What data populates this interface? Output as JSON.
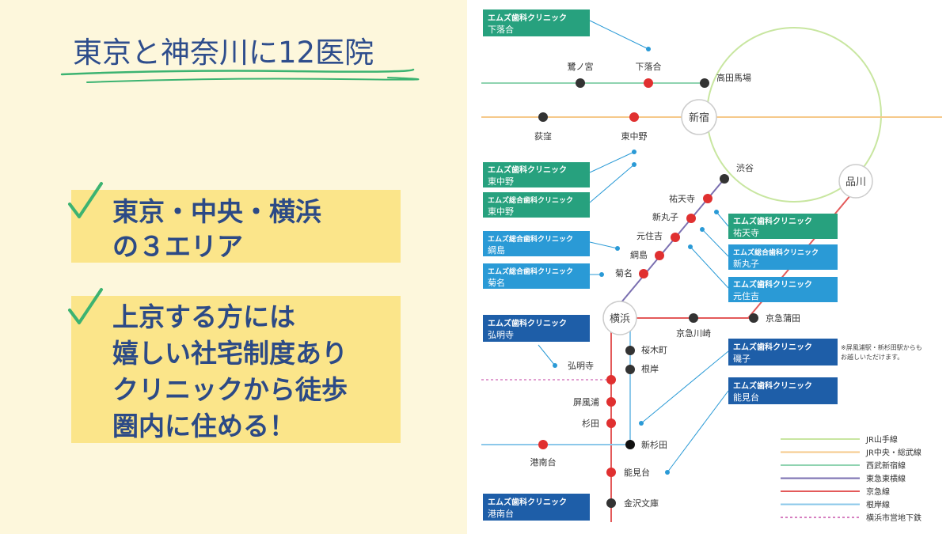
{
  "title": "東京と神奈川に12医院",
  "features": [
    {
      "text": "東京・中央・横浜\nの３エリア"
    },
    {
      "text": "上京する方には\n嬉しい社宅制度あり\nクリニックから徒歩\n圏内に住める！"
    }
  ],
  "colors": {
    "title": "#2e4d8c",
    "panel_bg": "#fdf7dc",
    "feature_bg": "#fbe58a",
    "check": "#3cb371",
    "station_red": "#e03030",
    "station_dark": "#333333",
    "badge_green": "#27a17e",
    "badge_sky": "#2a9ad6",
    "badge_navy": "#1e5ea8"
  },
  "map": {
    "hubs": [
      "新宿",
      "品川",
      "横浜"
    ],
    "stations": {
      "shimoochiai": "下落合",
      "saginomiya": "鷺ノ宮",
      "takadanobaba": "高田馬場",
      "ogikubo": "荻窪",
      "higashinakano": "東中野",
      "shibuya": "渋谷",
      "yutenji": "祐天寺",
      "shinmaruko": "新丸子",
      "motosumiyoshi": "元住吉",
      "tsunashima": "綱島",
      "kikuna": "菊名",
      "keikyukawasaki": "京急川崎",
      "keikyukamata": "京急蒲田",
      "sakuragicho": "桜木町",
      "negishi": "根岸",
      "gumyoji": "弘明寺",
      "byobugaura": "屏風浦",
      "sugita": "杉田",
      "shinsugita": "新杉田",
      "konandai": "港南台",
      "noukendai": "能見台",
      "kanazawabunko": "金沢文庫"
    },
    "clinics": {
      "shimoochiai": {
        "name": "エムズ歯科クリニック",
        "station": "下落合"
      },
      "higashinakano1": {
        "name": "エムズ歯科クリニック",
        "station": "東中野"
      },
      "higashinakano2": {
        "name": "エムズ総合歯科クリニック",
        "station": "東中野"
      },
      "tsunashima": {
        "name": "エムズ総合歯科クリニック",
        "station": "綱島"
      },
      "kikuna": {
        "name": "エムズ総合歯科クリニック",
        "station": "菊名"
      },
      "yutenji": {
        "name": "エムズ歯科クリニック",
        "station": "祐天寺"
      },
      "shinmaruko": {
        "name": "エムズ総合歯科クリニック",
        "station": "新丸子"
      },
      "motosumiyoshi": {
        "name": "エムズ歯科クリニック",
        "station": "元住吉"
      },
      "gumyoji": {
        "name": "エムズ歯科クリニック",
        "station": "弘明寺"
      },
      "isogo": {
        "name": "エムズ歯科クリニック",
        "station": "磯子"
      },
      "noukendai": {
        "name": "エムズ歯科クリニック",
        "station": "能見台"
      },
      "konandai": {
        "name": "エムズ歯科クリニック",
        "station": "港南台"
      }
    },
    "note": "※屏風浦駅・新杉田駅からも\nお越しいただけます。",
    "legend": [
      {
        "label": "JR山手線",
        "color": "#c8e6a0"
      },
      {
        "label": "JR中央・総武線",
        "color": "#f6c98a"
      },
      {
        "label": "西武新宿線",
        "color": "#8fd3b0"
      },
      {
        "label": "東急東横線",
        "color": "#7a6fb0"
      },
      {
        "label": "京急線",
        "color": "#e35a5a"
      },
      {
        "label": "根岸線",
        "color": "#8cc8ea"
      },
      {
        "label": "横浜市営地下鉄",
        "color": "#d67fc0"
      }
    ]
  }
}
